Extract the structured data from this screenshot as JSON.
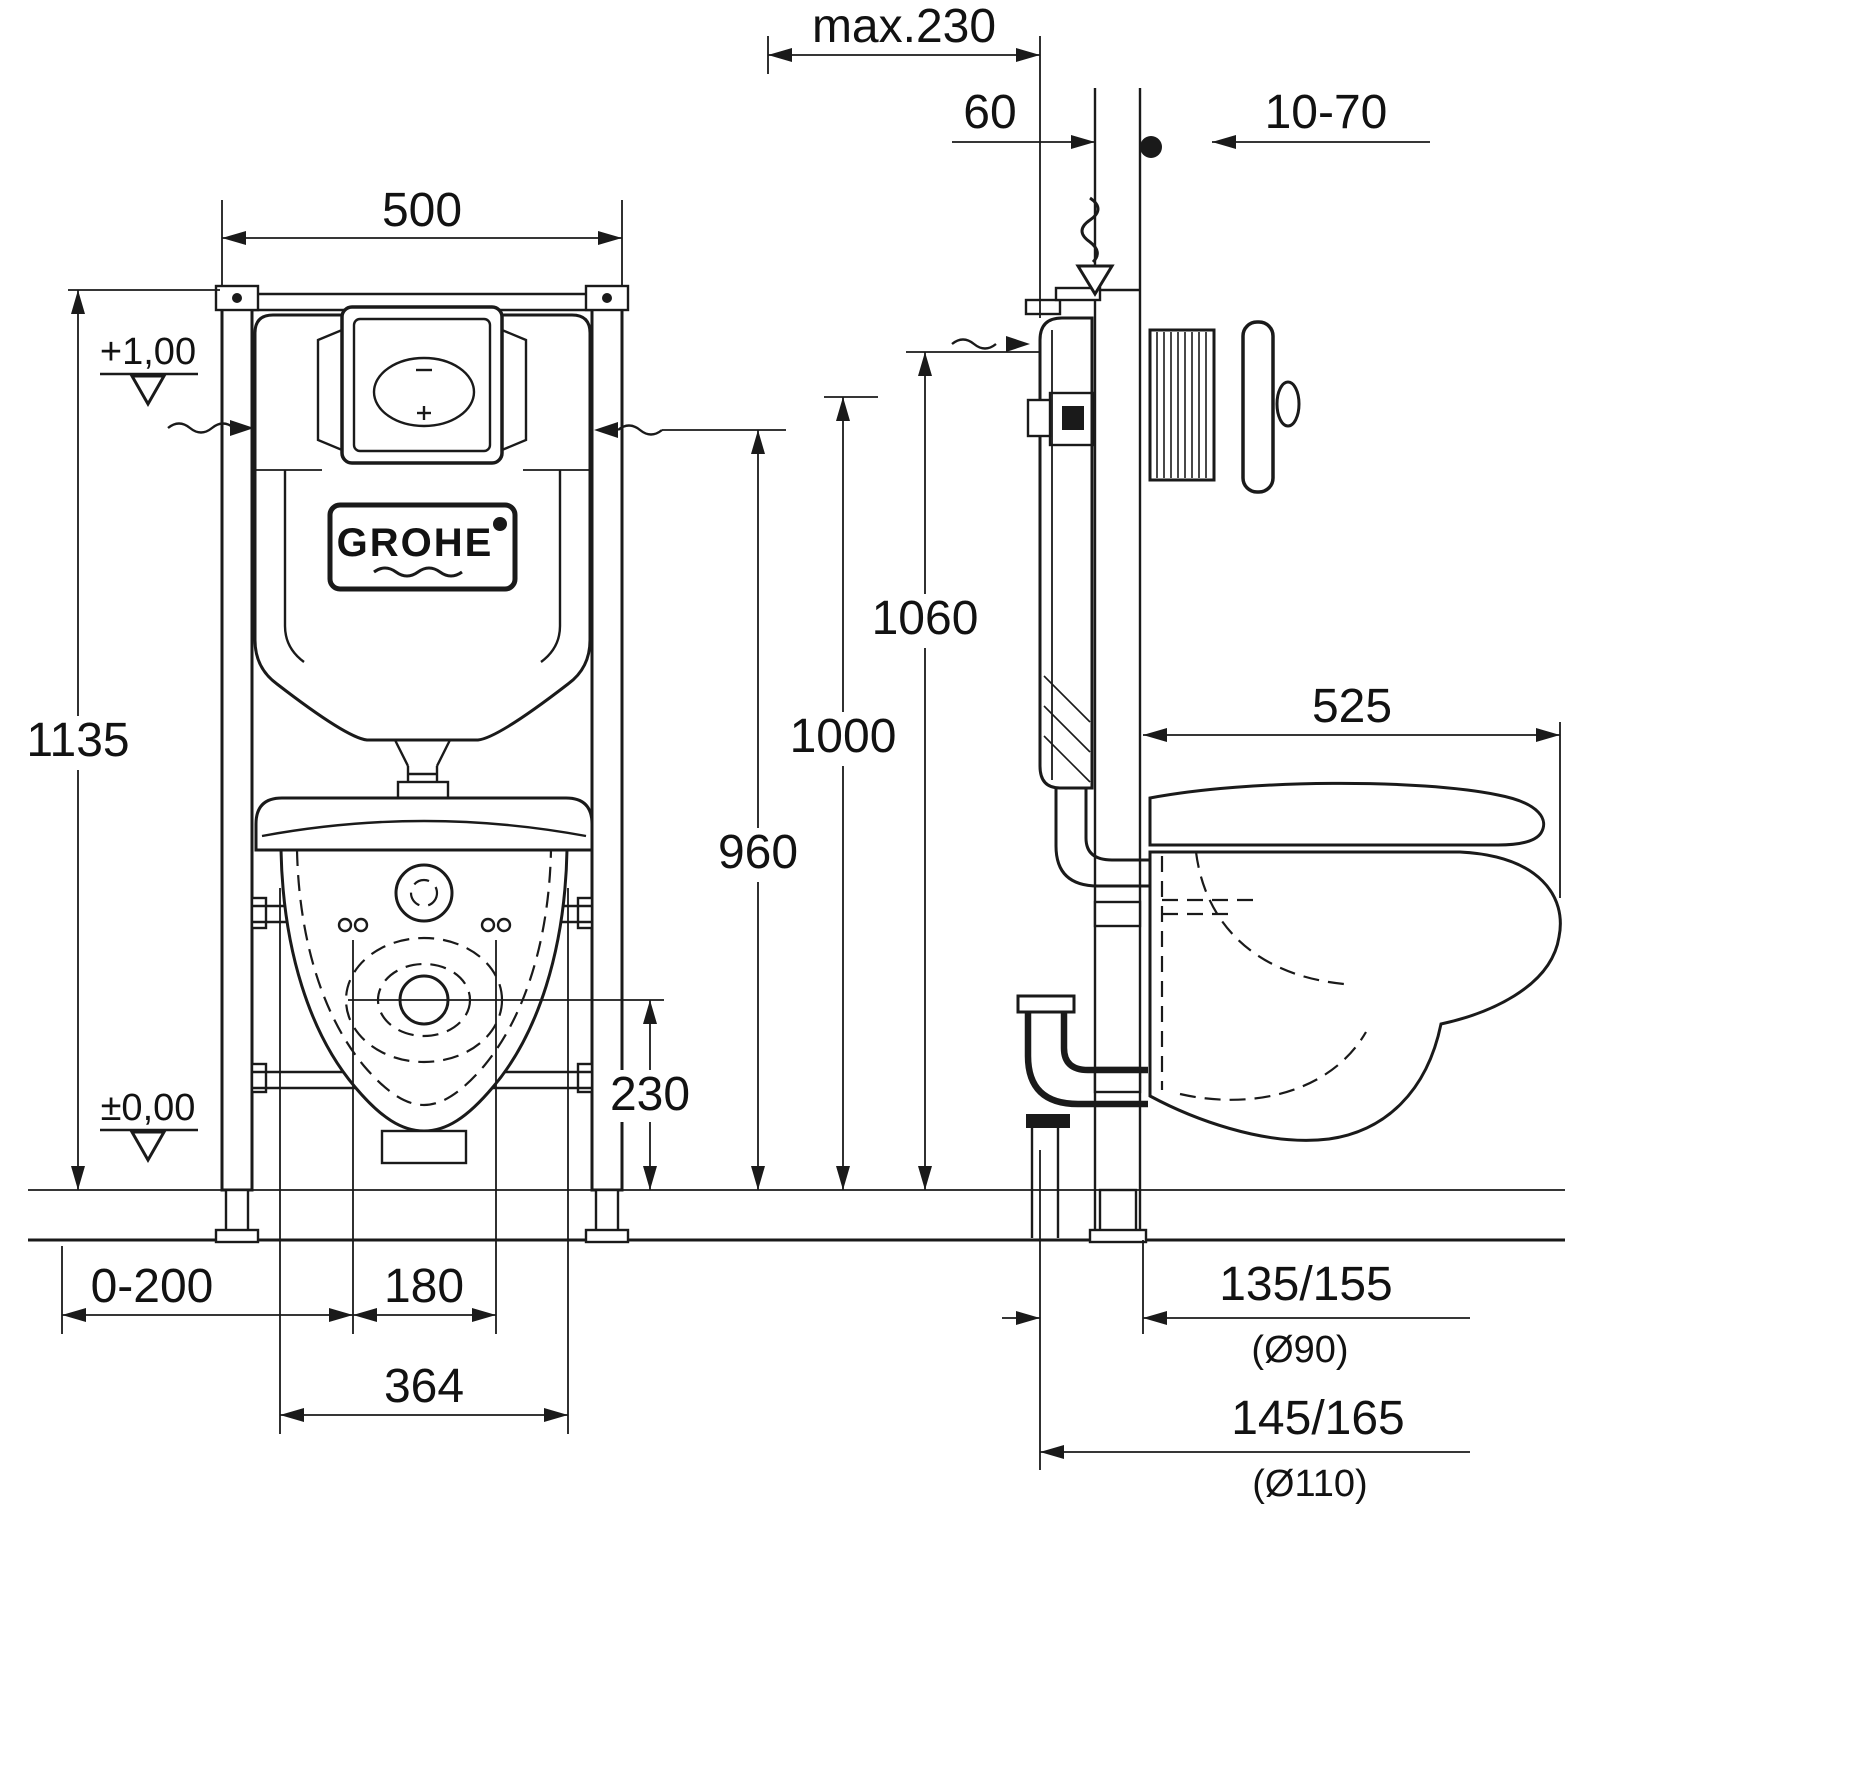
{
  "style": {
    "line_color": "#1a1a1a",
    "background": "#ffffff",
    "text_color": "#121212"
  },
  "brand": {
    "logo": "GROHE"
  },
  "front_view": {
    "width": "500",
    "height": "1135",
    "level_top": "+1,00",
    "level_floor": "±0,00",
    "dim_foot": "0-200",
    "dim_180": "180",
    "dim_364": "364",
    "dim_230": "230"
  },
  "side_view": {
    "dim_max230": "max.230",
    "dim_60": "60",
    "dim_10_70": "10-70",
    "dim_1060": "1060",
    "dim_1000": "1000",
    "dim_960": "960",
    "dim_525": "525",
    "dim_135_155": "135/155",
    "dia_90": "(Ø90)",
    "dim_145_165": "145/165",
    "dia_110": "(Ø110)"
  }
}
